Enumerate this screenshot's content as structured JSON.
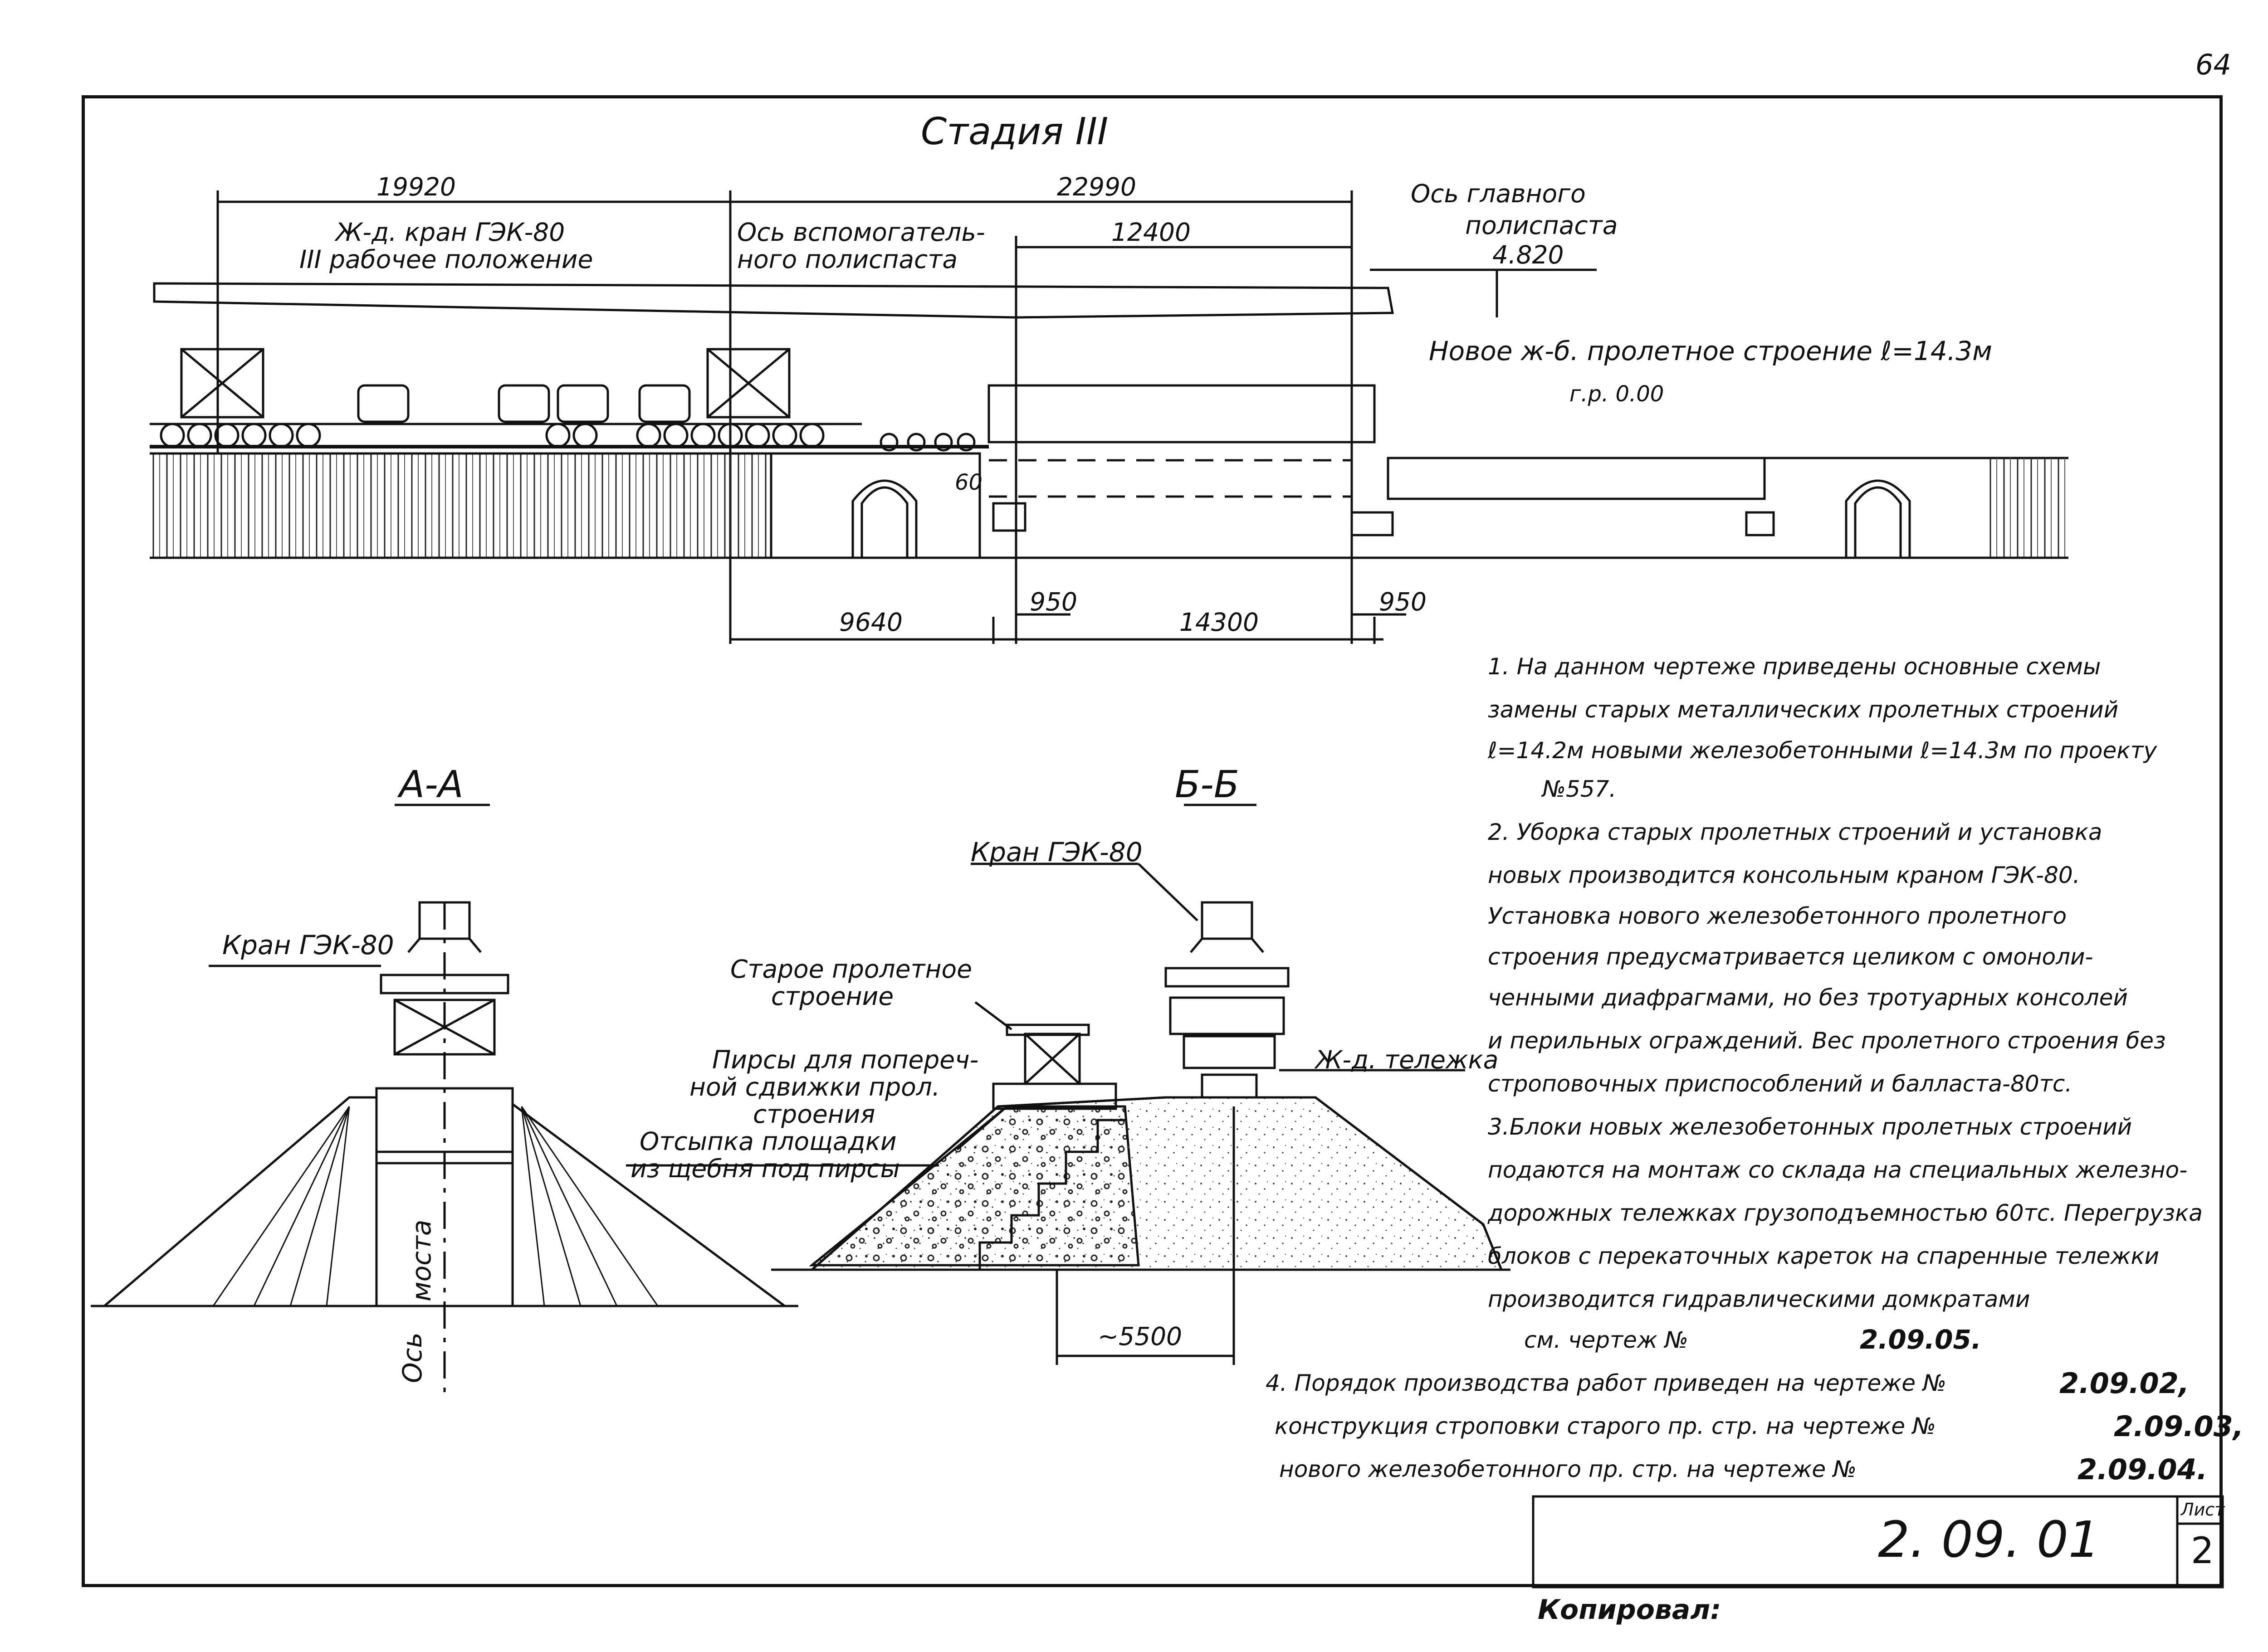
{
  "sheet_page_number": "64",
  "stage_title": "Стадия III",
  "top_view": {
    "dims": {
      "d1": "19920",
      "d2": "22990",
      "d3": "12400",
      "d4": "4.820",
      "d5": "9640",
      "d6": "950",
      "d7": "14300",
      "d8": "950",
      "d9": "60"
    },
    "labels": {
      "crane": "Ж-д. кран ГЭК-80",
      "crane_pos": "III рабочее положение",
      "aux_axis_1": "Ось вспомогатель-",
      "aux_axis_2": "ного полиспаста",
      "main_axis_1": "Ось главного",
      "main_axis_2": "полиспаста",
      "new_span": "Новое ж-б. пролетное строение ℓ=14.3м",
      "rail_level": "г.р. 0.00"
    }
  },
  "section_aa": {
    "title": "А-А",
    "crane": "Кран ГЭК-80",
    "axis_1": "Ось",
    "axis_2": "моста"
  },
  "section_bb": {
    "title": "Б-Б",
    "crane": "Кран ГЭК-80",
    "old_span_1": "Старое пролетное",
    "old_span_2": "строение",
    "piers_1": "Пирсы для попереч-",
    "piers_2": "ной сдвижки прол.",
    "piers_3": "строения",
    "fill_1": "Отсыпка площадки",
    "fill_2": "из щебня под пирсы",
    "trolley": "Ж-д. тележка",
    "dim": "~5500"
  },
  "notes": [
    "1. На данном чертеже приведены основные схемы",
    "замены старых металлических пролетных строений",
    "ℓ=14.2м новыми железобетонными ℓ=14.3м по проекту",
    "№557.",
    "2. Уборка старых пролетных строений и установка",
    "новых производится консольным краном ГЭК-80.",
    "Установка нового железобетонного пролетного",
    "строения предусматривается целиком с омоноли-",
    "ченными диафрагмами, но без тротуарных консолей",
    "и перильных ограждений. Вес пролетного строения без",
    "строповочных приспособлений и балласта-80тс.",
    "3.Блоки новых железобетонных пролетных строений",
    "подаются на монтаж со склада на специальных железно-",
    "дорожных тележках грузоподъемностью 60тс. Перегрузка",
    "блоков с перекаточных кареток на спаренные тележки",
    "производится гидравлическими домкратами"
  ],
  "ref_line": {
    "label": "см. чертеж №",
    "num": "2.09.05."
  },
  "note4": [
    {
      "text": "4. Порядок производства работ приведен на чертеже №",
      "num": "2.09.02,"
    },
    {
      "text": "конструкция строповки старого пр. стр. на чертеже №",
      "num": "2.09.03,"
    },
    {
      "text": "нового железобетонного пр. стр. на чертеже №",
      "num": "2.09.04."
    }
  ],
  "title_block": {
    "drawing_number": "2. 09. 01",
    "sheet_label": "Лист",
    "sheet_number": "2"
  },
  "copied_by": "Копировал:"
}
